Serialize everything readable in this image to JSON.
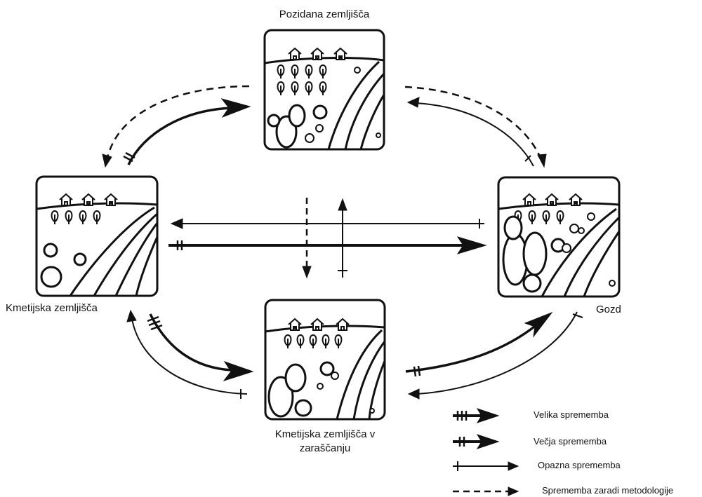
{
  "nodes": {
    "built": {
      "label": "Pozidana zemljišča"
    },
    "agri": {
      "label": "Kmetijska zemljišča"
    },
    "overgrowing": {
      "label_line1": "Kmetijska zemljišča v",
      "label_line2": "zaraščanju"
    },
    "forest": {
      "label": "Gozd"
    }
  },
  "legend": {
    "large": "Velika sprememba",
    "larger": "Večja sprememba",
    "notable": "Opazna sprememba",
    "method": "Sprememba zaradi metodologije"
  },
  "icons": {
    "tile_icon": "landscape-icon",
    "house_icon": "house-icon",
    "tree_icon": "tree-icon"
  },
  "colors": {
    "stroke": "#111111",
    "background": "#ffffff"
  }
}
